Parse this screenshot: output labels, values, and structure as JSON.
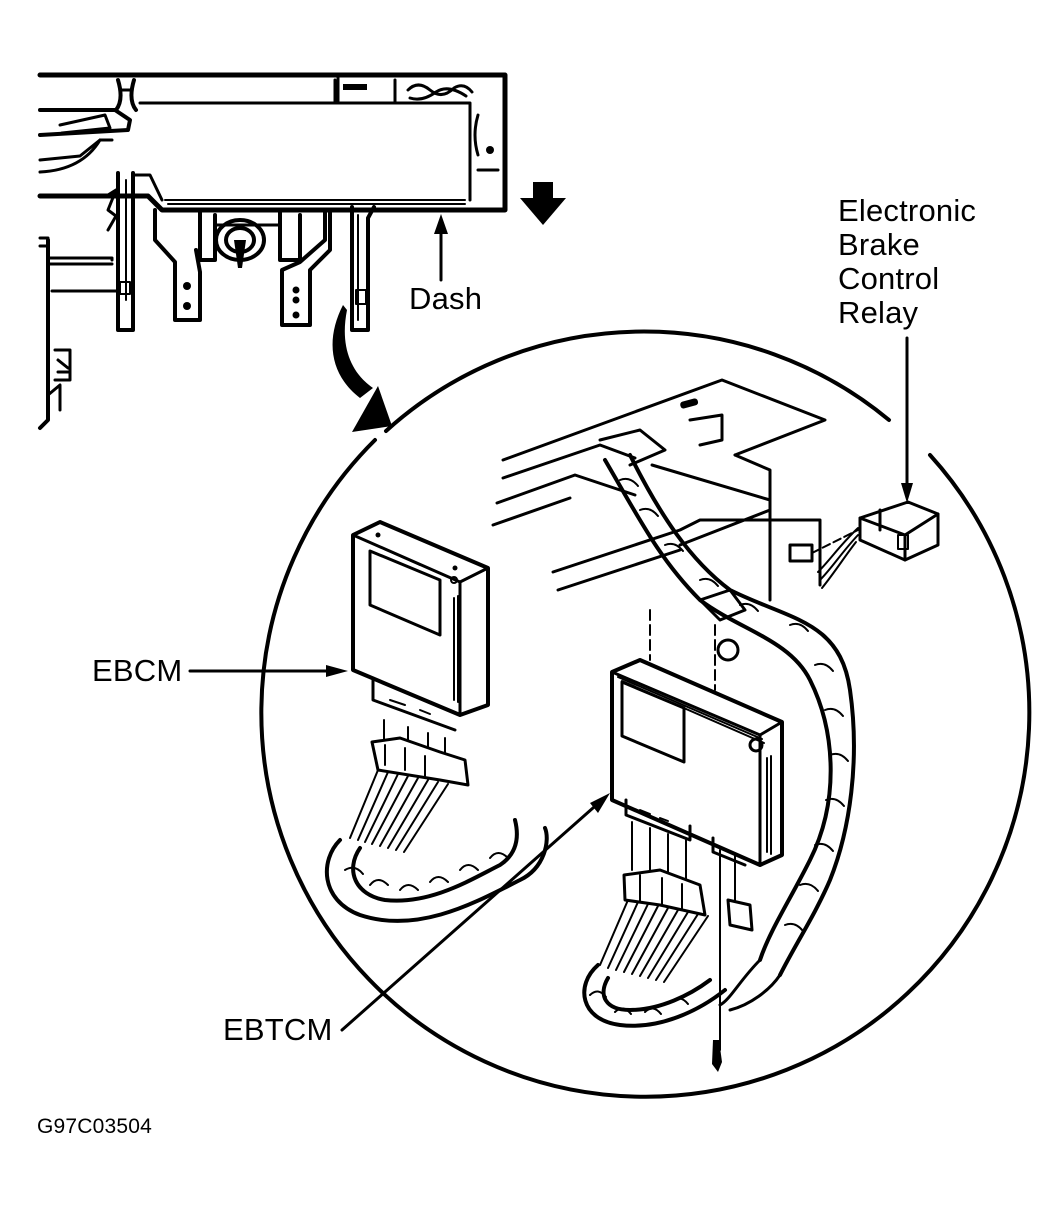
{
  "figure": {
    "code": "G97C03504",
    "background_color": "#ffffff",
    "ink_color": "#000000"
  },
  "labels": {
    "dash": "Dash",
    "relay": [
      "Electronic",
      "Brake",
      "Control",
      "Relay"
    ],
    "ebcm": "EBCM",
    "ebtcm": "EBTCM"
  },
  "icons": {
    "view_direction": "down-arrow-icon",
    "detail_pointer": "curved-arrow-icon"
  }
}
